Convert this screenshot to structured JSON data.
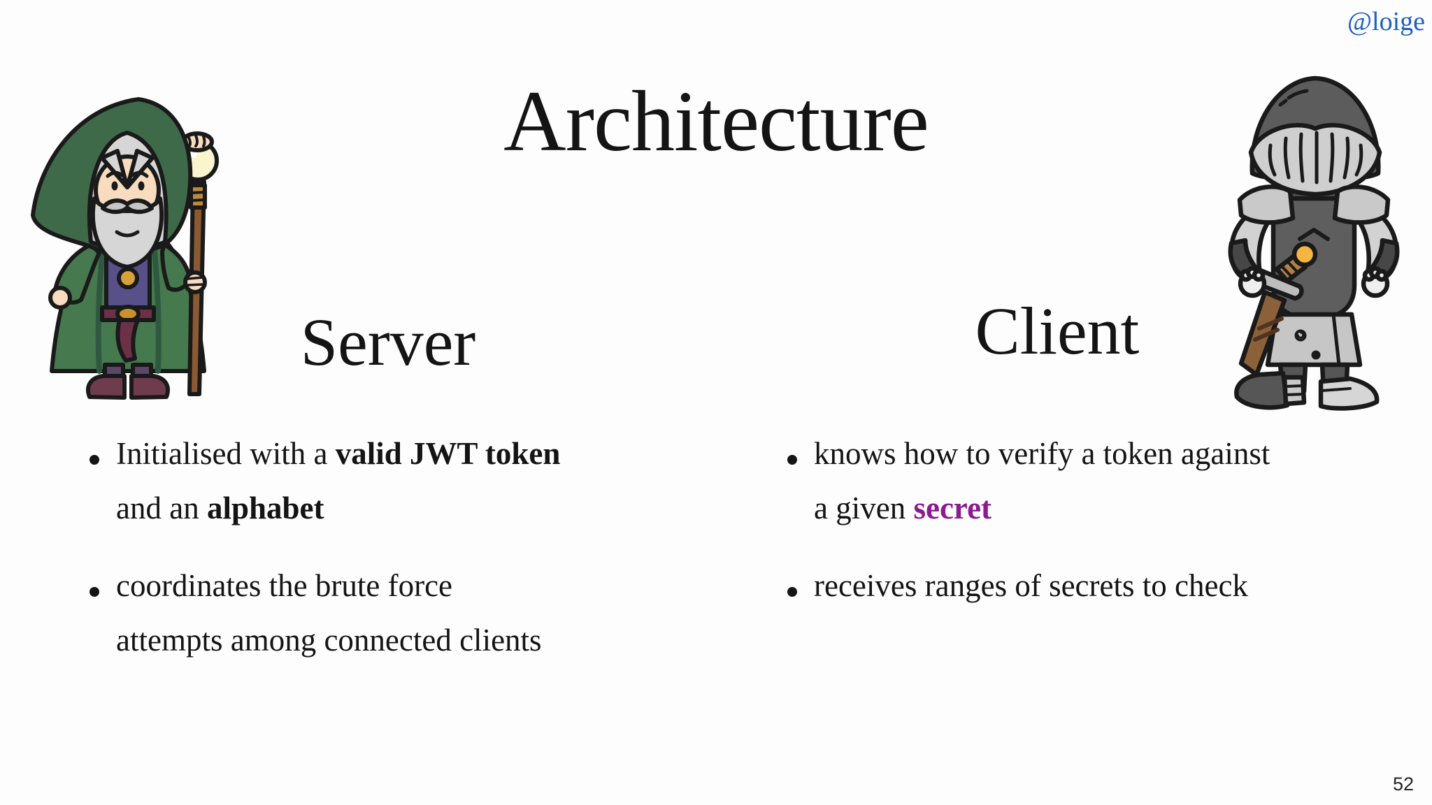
{
  "page": {
    "handle": "@loige",
    "title": "Architecture",
    "page_number": "52",
    "background_color": "#fdfdfd",
    "handle_color": "#1b5fc1",
    "secret_color": "#8b1b8f"
  },
  "columns": {
    "server": {
      "heading": "Server",
      "bullets": [
        {
          "lines": [
            [
              {
                "t": "Initialised with a "
              },
              {
                "t": "valid JWT token",
                "b": true
              }
            ],
            [
              {
                "t": "and an "
              },
              {
                "t": "alphabet",
                "b": true
              }
            ]
          ]
        },
        {
          "lines": [
            [
              {
                "t": "coordinates the brute force"
              }
            ],
            [
              {
                "t": "attempts among connected clients"
              }
            ]
          ]
        }
      ]
    },
    "client": {
      "heading": "Client",
      "bullets": [
        {
          "lines": [
            [
              {
                "t": "knows how to verify a token against"
              }
            ],
            [
              {
                "t": "a given "
              },
              {
                "t": "secret",
                "b": true,
                "c": "#8b1b8f"
              }
            ]
          ]
        },
        {
          "lines": [
            [
              {
                "t": "receives ranges of secrets to check"
              }
            ]
          ]
        }
      ]
    }
  },
  "illustrations": {
    "left": "wizard with green hooded cloak holding glowing staff",
    "right": "knight in plate armour with sword at hip"
  }
}
